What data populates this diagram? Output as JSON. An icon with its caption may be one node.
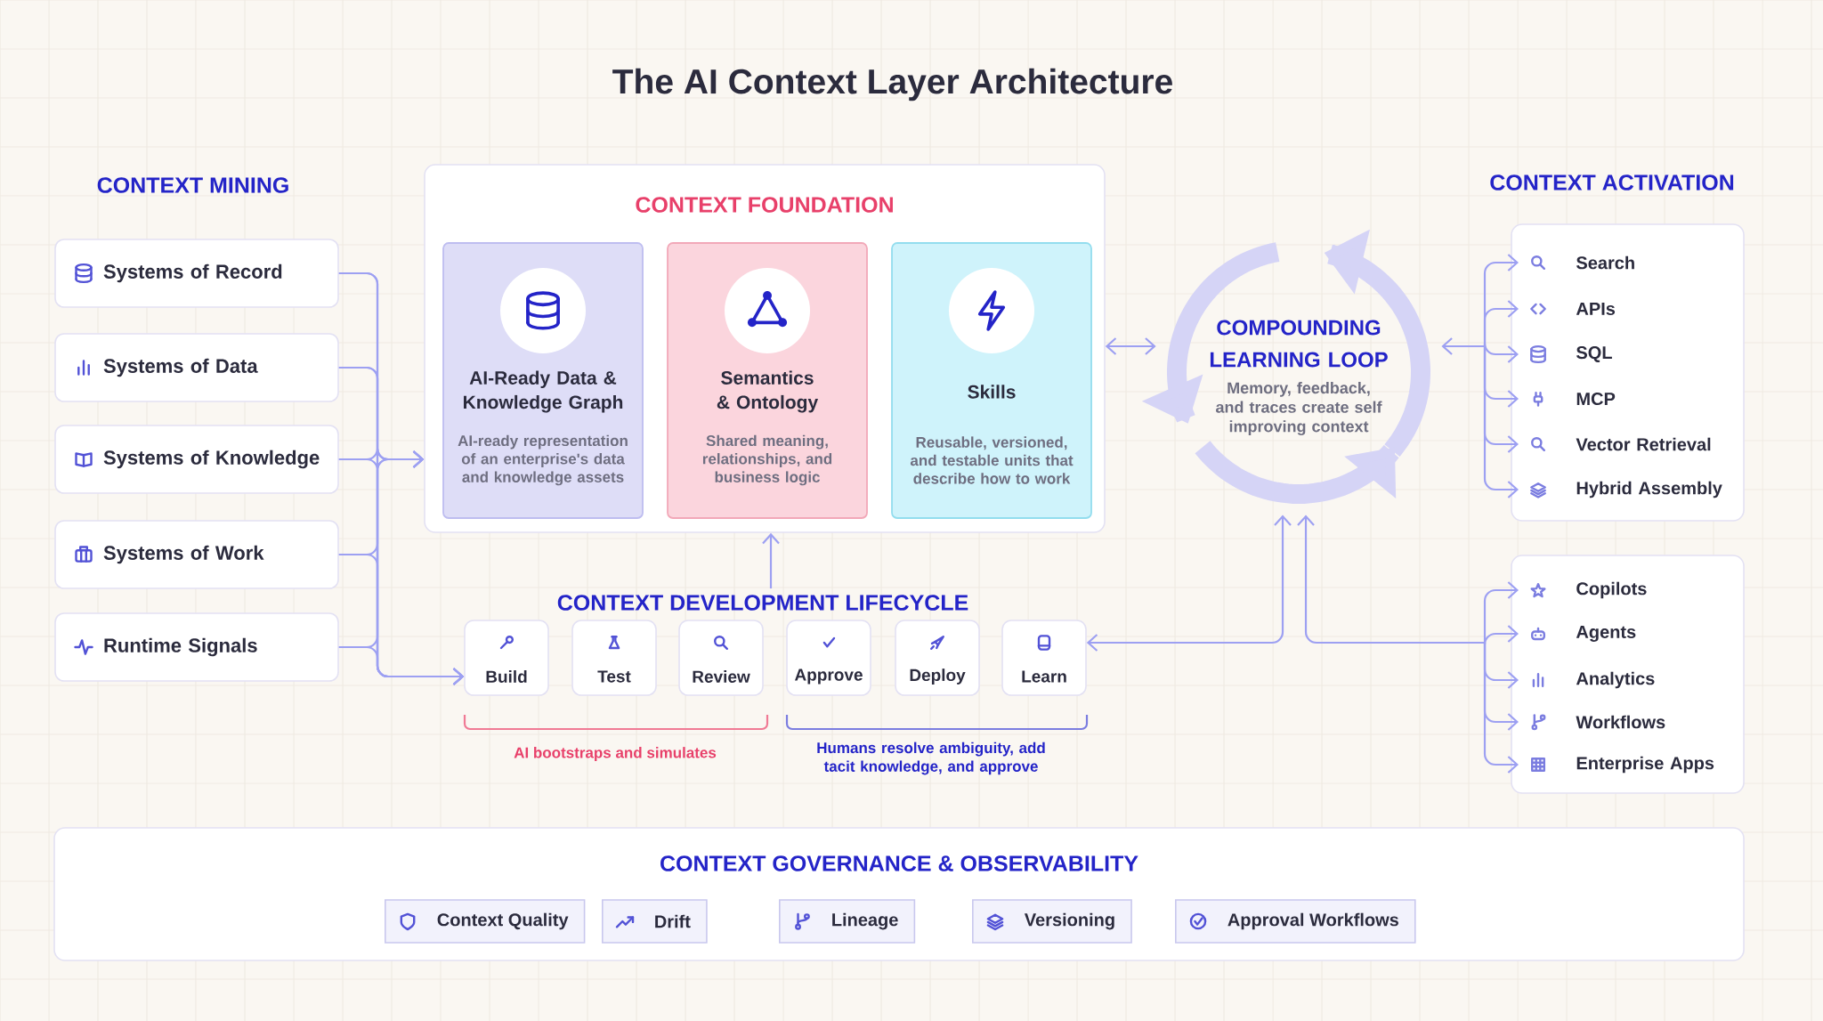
{
  "diagram": {
    "title": "The AI Context Layer Architecture",
    "nodes": [
      {
        "text": [
          "Systems of Record"
        ]
      },
      {
        "text": [
          "Systems of Data"
        ]
      },
      {
        "text": [
          "Systems of Knowledge"
        ]
      },
      {
        "text": [
          "Systems of Work"
        ]
      },
      {
        "text": [
          "Runtime Signals"
        ]
      },
      {
        "text": [
          "CONTEXT FOUNDATION"
        ]
      },
      {
        "text": [
          "AI-Ready Data & Knowledge Graph",
          "AI-ready representation of an enterprise's data and knowledge assets"
        ],
        "in": 5
      },
      {
        "text": [
          "Semantics & Ontology",
          "Shared meaning, relationships, and business logic"
        ],
        "in": 5
      },
      {
        "text": [
          "Skills",
          "Reusable, versioned, and testable units that describe how to work"
        ],
        "in": 5
      },
      {
        "text": [
          "COMPOUNDING LEARNING LOOP",
          "Memory, feedback, and traces create self improving context"
        ]
      },
      {
        "text": [],
        "shape": "box"
      },
      {
        "text": [
          "Search"
        ],
        "in": 10
      },
      {
        "text": [
          "APIs"
        ],
        "in": 10
      },
      {
        "text": [
          "SQL"
        ],
        "in": 10
      },
      {
        "text": [
          "MCP"
        ],
        "in": 10
      },
      {
        "text": [
          "Vector Retrieval"
        ],
        "in": 10
      },
      {
        "text": [
          "Hybrid Assembly"
        ],
        "in": 10
      },
      {
        "text": [],
        "shape": "box"
      },
      {
        "text": [
          "Copilots"
        ],
        "in": 17
      },
      {
        "text": [
          "Agents"
        ],
        "in": 17
      },
      {
        "text": [
          "Analytics"
        ],
        "in": 17
      },
      {
        "text": [
          "Workflows"
        ],
        "in": 17
      },
      {
        "text": [
          "Enterprise Apps"
        ],
        "in": 17
      },
      {
        "text": [
          "CONTEXT DEVELOPMENT LIFECYCLE"
        ]
      },
      {
        "text": [
          "Build"
        ]
      },
      {
        "text": [
          "Test"
        ]
      },
      {
        "text": [
          "Review"
        ]
      },
      {
        "text": [
          "Approve"
        ]
      },
      {
        "text": [
          "Deploy"
        ]
      },
      {
        "text": [
          "Learn"
        ]
      },
      {
        "text": [
          "CONTEXT GOVERNANCE & OBSERVABILITY"
        ]
      },
      {
        "text": [
          "Context Quality"
        ],
        "in": 30
      },
      {
        "text": [
          "Drift"
        ],
        "in": 30
      },
      {
        "text": [
          "Lineage"
        ],
        "in": 30
      },
      {
        "text": [
          "Versioning"
        ],
        "in": 30
      },
      {
        "text": [
          "Approval Workflows"
        ],
        "in": 30
      }
    ],
    "edges": [
      {
        "from": 0,
        "to": 5,
        "arrow": "to"
      },
      {
        "from": 1,
        "to": 5,
        "arrow": "to"
      },
      {
        "from": 2,
        "to": 5,
        "arrow": "to"
      },
      {
        "from": 3,
        "to": 5,
        "arrow": "to"
      },
      {
        "from": 4,
        "to": 5,
        "arrow": "to"
      },
      {
        "from": 0,
        "to": 24,
        "arrow": "to"
      },
      {
        "from": 1,
        "to": 24,
        "arrow": "to"
      },
      {
        "from": 2,
        "to": 24,
        "arrow": "to"
      },
      {
        "from": 3,
        "to": 24,
        "arrow": "to"
      },
      {
        "from": 4,
        "to": 24,
        "arrow": "to"
      },
      {
        "from": 5,
        "to": 9,
        "arrow": "both"
      },
      {
        "from": 9,
        "to": 11,
        "arrow": "both"
      },
      {
        "from": 9,
        "to": 12,
        "arrow": "both"
      },
      {
        "from": 9,
        "to": 13,
        "arrow": "both"
      },
      {
        "from": 9,
        "to": 14,
        "arrow": "both"
      },
      {
        "from": 9,
        "to": 15,
        "arrow": "both"
      },
      {
        "from": 9,
        "to": 16,
        "arrow": "both"
      },
      {
        "from": 9,
        "to": 29,
        "arrow": "both"
      },
      {
        "from": 9,
        "to": 18,
        "arrow": "both"
      },
      {
        "from": 9,
        "to": 19,
        "arrow": "both"
      },
      {
        "from": 9,
        "to": 20,
        "arrow": "both"
      },
      {
        "from": 9,
        "to": 21,
        "arrow": "both"
      },
      {
        "from": 9,
        "to": 22,
        "arrow": "both"
      },
      {
        "from": 23,
        "to": 5,
        "arrow": "to"
      }
    ],
    "labels": [
      "CONTEXT MINING",
      "CONTEXT ACTIVATION",
      "AI bootstraps and simulates",
      "Humans resolve ambiguity, add tacit knowledge, and approve"
    ]
  }
}
